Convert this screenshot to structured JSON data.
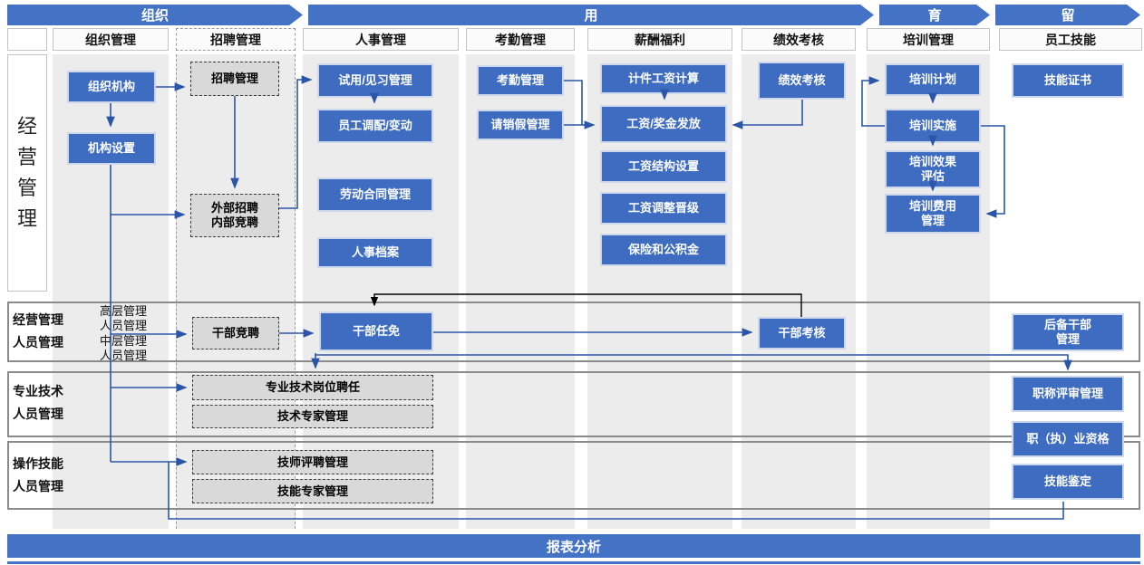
{
  "banners": [
    {
      "label": "组织"
    },
    {
      "label": "用"
    },
    {
      "label": "育"
    },
    {
      "label": "留"
    }
  ],
  "column_headers": [
    "组织管理",
    "招聘管理",
    "人事管理",
    "考勤管理",
    "薪酬福利",
    "绩效考核",
    "培训管理",
    "员工技能"
  ],
  "row1_label": "经营管理",
  "rows": [
    {
      "label": "经营管理\n人员管理",
      "note": "高层管理\n人员管理\n中层管理\n人员管理"
    },
    {
      "label": "专业技术\n人员管理"
    },
    {
      "label": "操作技能\n人员管理"
    }
  ],
  "boxes": {
    "org_structure": "组织机构",
    "org_setup": "机构设置",
    "recruit_mgmt": "招聘管理",
    "external_internal_recruit": "外部招聘\n内部竞聘",
    "probation_mgmt": "试用/见习管理",
    "staff_transfer": "员工调配/变动",
    "labor_contract": "劳动合同管理",
    "personnel_archive": "人事档案",
    "attendance_mgmt": "考勤管理",
    "leave_mgmt": "请销假管理",
    "piece_wage_calc": "计件工资计算",
    "salary_bonus_pay": "工资/奖金发放",
    "salary_structure": "工资结构设置",
    "salary_adjust": "工资调整晋级",
    "insurance_fund": "保险和公积金",
    "performance_appraisal": "绩效考核",
    "training_plan": "培训计划",
    "training_implement": "培训实施",
    "training_effect_eval": "培训效果\n评估",
    "training_cost_mgmt": "培训费用\n管理",
    "skill_certificate": "技能证书",
    "cadre_competition": "干部竞聘",
    "cadre_appointment": "干部任免",
    "cadre_appraisal": "干部考核",
    "reserve_cadre_mgmt": "后备干部\n管理",
    "title_review_mgmt": "职称评审管理",
    "professional_qualification": "职（执）业资格",
    "skill_appraisal": "技能鉴定",
    "post_engagement": "专业技术岗位聘任",
    "tech_expert_mgmt": "技术专家管理",
    "technician_evaluation": "技师评聘管理",
    "skill_expert_mgmt": "技能专家管理"
  },
  "footer": {
    "label": "报表分析"
  },
  "colors": {
    "banner_blue": "#4472c4",
    "box_blue": "#3d6cc0",
    "connector_blue": "#2b56a7",
    "connector_black": "#000000",
    "dashed_box_fill": "#d9d9d9",
    "column_strip": "#ececec"
  }
}
